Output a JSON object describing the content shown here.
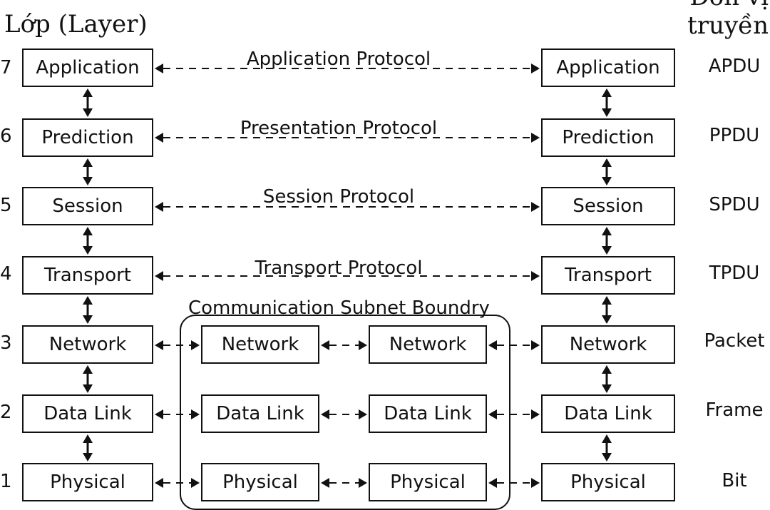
{
  "header": {
    "layer_title": "Lớp (Layer)",
    "unit_title_line1": "Đơn vị",
    "unit_title_line2": "truyền"
  },
  "layers": [
    {
      "num": "7",
      "name": "Application",
      "protocol": "Application Protocol",
      "unit": "APDU"
    },
    {
      "num": "6",
      "name": "Prediction",
      "protocol": "Presentation Protocol",
      "unit": "PPDU"
    },
    {
      "num": "5",
      "name": "Session",
      "protocol": "Session Protocol",
      "unit": "SPDU"
    },
    {
      "num": "4",
      "name": "Transport",
      "protocol": "Transport Protocol",
      "unit": "TPDU"
    },
    {
      "num": "3",
      "name": "Network",
      "unit": "Packet"
    },
    {
      "num": "2",
      "name": "Data Link",
      "unit": "Frame"
    },
    {
      "num": "1",
      "name": "Physical",
      "unit": "Bit"
    }
  ],
  "subnet": {
    "label": "Communication Subnet Boundry",
    "layers": [
      "Network",
      "Data Link",
      "Physical"
    ]
  }
}
